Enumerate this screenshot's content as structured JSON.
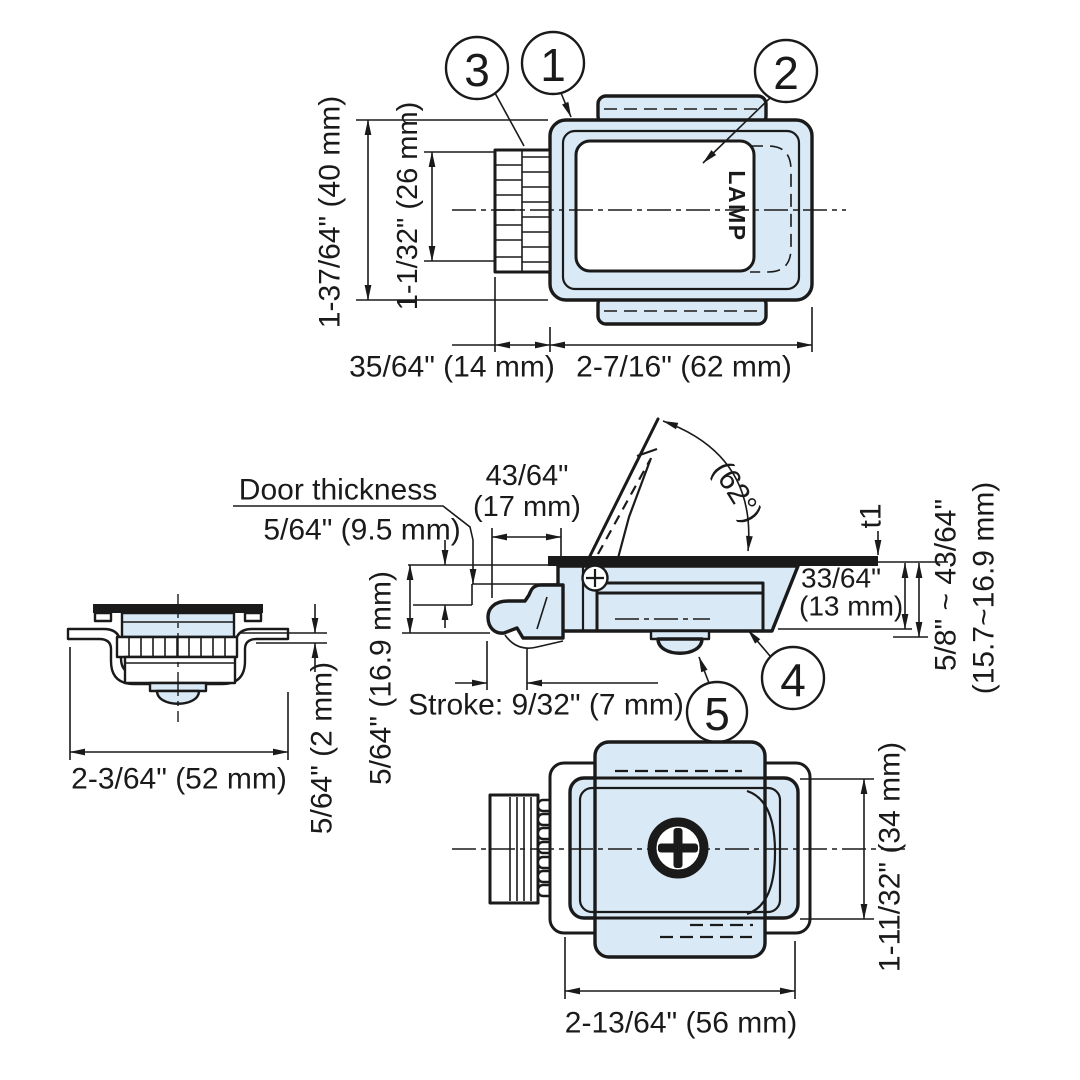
{
  "drawing": {
    "colors": {
      "part_fill": "#d9eaf6",
      "line_color": "#1a1a1a",
      "background": "#ffffff"
    },
    "brand": "LAMP",
    "callouts": {
      "c1": "1",
      "c2": "2",
      "c3": "3",
      "c4": "4",
      "c5": "5"
    },
    "top_view": {
      "dim_overall_height": "1-37/64\" (40 mm)",
      "dim_inner_height": "1-1/32\" (26 mm)",
      "dim_spring_width": "35/64\" (14 mm)",
      "dim_body_width": "2-7/16\" (62 mm)"
    },
    "side_view": {
      "door_thickness_label": "Door thickness",
      "door_thickness_value": "5/64\" (9.5 mm)",
      "dim_depth_in": "43/64\"",
      "dim_depth_mm": "(17 mm)",
      "open_angle": "(62°)",
      "t1_label": "t1",
      "dim_inset_in": "33/64\"",
      "dim_inset_mm": "(13 mm)",
      "dim_height": "5/64\" (16.9 mm)",
      "dim_range_in": "5/8\" ~ 43/64\"",
      "dim_range_mm": "(15.7~16.9 mm)",
      "stroke_label": "Stroke: 9/32\" (7 mm)"
    },
    "end_view": {
      "dim_width": "2-3/64\" (52 mm)",
      "dim_lip": "5/64\" (2 mm)"
    },
    "front_view": {
      "dim_height": "1-11/32\" (34 mm)",
      "dim_width": "2-13/64\" (56 mm)"
    }
  }
}
